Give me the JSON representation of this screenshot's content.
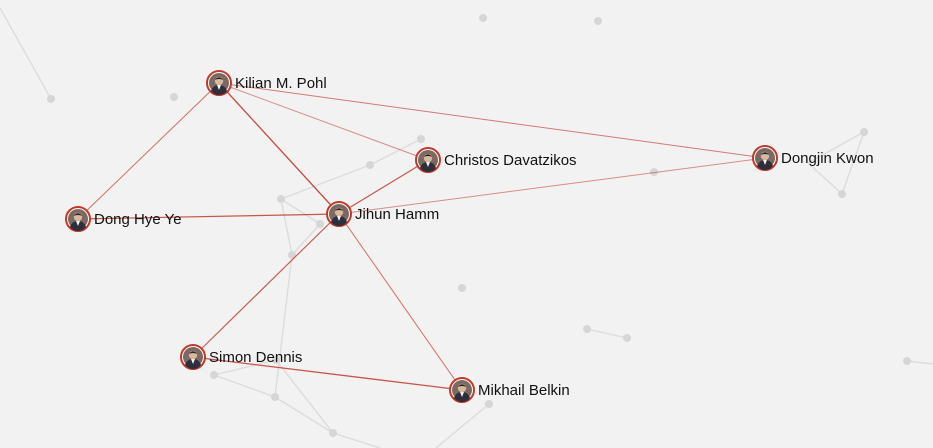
{
  "graph": {
    "colors": {
      "background": "#f2f2f2",
      "highlight_edge": "#c0392b",
      "background_edge": "#dcdcdc",
      "background_node": "#d6d6d6"
    },
    "nodes": [
      {
        "id": "kilian",
        "label": "Kilian M. Pohl",
        "icon": "person-avatar"
      },
      {
        "id": "christos",
        "label": "Christos Davatzikos",
        "icon": "person-avatar"
      },
      {
        "id": "dongjin",
        "label": "Dongjin Kwon",
        "icon": "person-avatar"
      },
      {
        "id": "donghye",
        "label": "Dong Hye Ye",
        "icon": "person-avatar"
      },
      {
        "id": "jihun",
        "label": "Jihun Hamm",
        "icon": "person-avatar"
      },
      {
        "id": "simon",
        "label": "Simon Dennis",
        "icon": "person-avatar"
      },
      {
        "id": "mikhail",
        "label": "Mikhail Belkin",
        "icon": "person-avatar"
      }
    ],
    "edges": [
      {
        "source": "kilian",
        "target": "jihun"
      },
      {
        "source": "kilian",
        "target": "donghye"
      },
      {
        "source": "kilian",
        "target": "christos"
      },
      {
        "source": "kilian",
        "target": "dongjin"
      },
      {
        "source": "jihun",
        "target": "donghye"
      },
      {
        "source": "jihun",
        "target": "christos"
      },
      {
        "source": "jihun",
        "target": "dongjin"
      },
      {
        "source": "jihun",
        "target": "simon"
      },
      {
        "source": "jihun",
        "target": "mikhail"
      },
      {
        "source": "simon",
        "target": "mikhail"
      }
    ]
  }
}
